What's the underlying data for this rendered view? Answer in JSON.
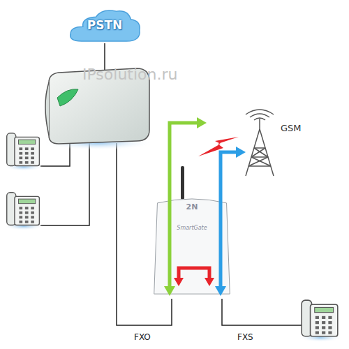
{
  "diagram": {
    "nodes": [
      {
        "text": [
          "PSTN"
        ]
      },
      {
        "text": [
          "2N",
          "SmartGate"
        ]
      }
    ],
    "labels": [
      "IPsolution.ru",
      "GSM",
      "FXO",
      "FXS"
    ]
  }
}
